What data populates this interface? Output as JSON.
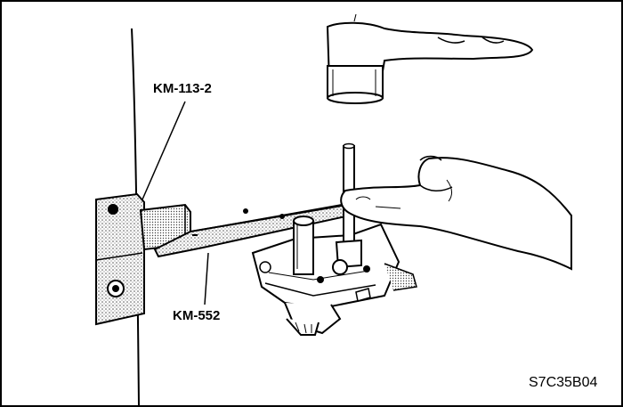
{
  "callouts": {
    "tool_top": "KM-113-2",
    "tool_bottom": "KM-552"
  },
  "figure_code": "S7C35B04",
  "colors": {
    "ink": "#000000",
    "paper": "#ffffff",
    "stipple": "#8a8a8a"
  }
}
